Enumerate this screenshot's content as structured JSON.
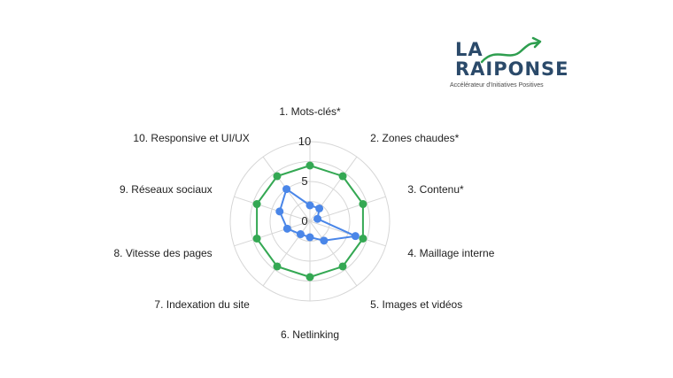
{
  "logo": {
    "line1": "LA",
    "line2": "RAIPONSE",
    "tagline": "Accélérateur d'Initiatives Positives",
    "colors": {
      "text": "#2b4a6a",
      "accent": "#2e9e4f"
    }
  },
  "chart_data": {
    "type": "radar",
    "categories": [
      "1. Mots-clés*",
      "2. Zones chaudes*",
      "3. Contenu*",
      "4. Maillage interne",
      "5. Images et vidéos",
      "6. Netlinking",
      "7. Indexation du site",
      "8. Vitesse des pages",
      "9. Réseaux sociaux",
      "10. Responsive et UI/UX"
    ],
    "ticks": [
      0,
      5,
      10
    ],
    "rlim": [
      0,
      10
    ],
    "series": [
      {
        "color": "#34a853",
        "values": [
          7,
          7,
          7,
          7,
          7,
          7,
          7,
          7,
          7,
          7
        ]
      },
      {
        "color": "#4a86e8",
        "values": [
          2,
          2,
          1,
          6,
          3,
          2,
          2,
          3,
          4,
          5
        ]
      }
    ]
  }
}
